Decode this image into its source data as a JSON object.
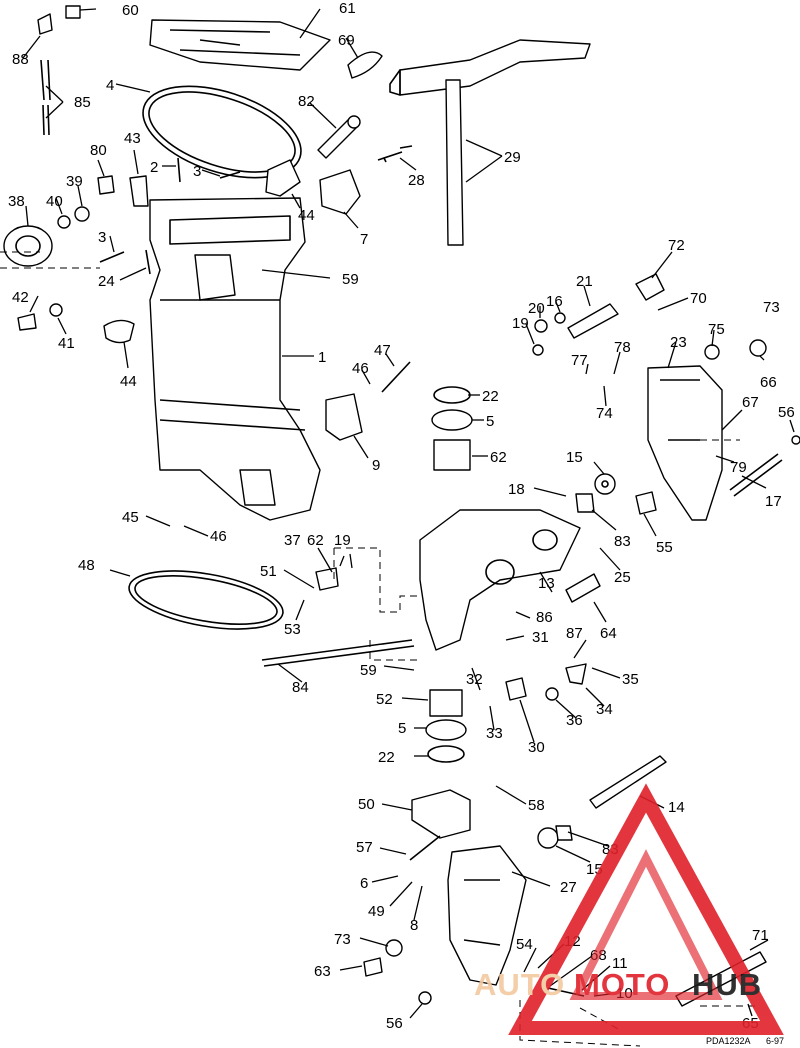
{
  "diagram": {
    "callouts": [
      "1",
      "2",
      "3",
      "4",
      "5",
      "6",
      "7",
      "8",
      "9",
      "10",
      "11",
      "12",
      "13",
      "14",
      "15",
      "16",
      "17",
      "18",
      "19",
      "20",
      "21",
      "22",
      "23",
      "24",
      "25",
      "27",
      "28",
      "29",
      "30",
      "31",
      "32",
      "33",
      "34",
      "35",
      "36",
      "37",
      "38",
      "39",
      "40",
      "41",
      "42",
      "43",
      "44",
      "45",
      "46",
      "47",
      "48",
      "49",
      "50",
      "51",
      "52",
      "53",
      "54",
      "55",
      "56",
      "57",
      "58",
      "59",
      "60",
      "61",
      "62",
      "63",
      "64",
      "65",
      "66",
      "67",
      "68",
      "69",
      "70",
      "71",
      "72",
      "73",
      "74",
      "75",
      "77",
      "78",
      "79",
      "80",
      "82",
      "83",
      "84",
      "85",
      "86",
      "87",
      "88"
    ],
    "drawing_code": "PDA1232A",
    "drawing_date": "6-97"
  },
  "watermark": {
    "brand_part1": "AUTO",
    "brand_part2": "MOTO",
    "brand_part3": "HUB",
    "color_primary": "#e0202a",
    "color_secondary": "#f2c9a0",
    "color_dark": "#1a1a1a"
  }
}
